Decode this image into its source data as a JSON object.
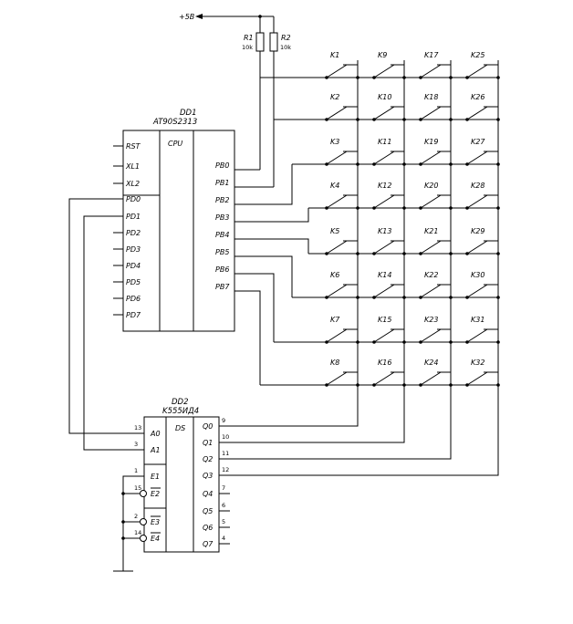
{
  "power": {
    "label": "+5B"
  },
  "resistors": [
    {
      "name": "R1",
      "value": "10k"
    },
    {
      "name": "R2",
      "value": "10k"
    }
  ],
  "dd1": {
    "designator": "DD1",
    "part": "AT90S2313",
    "cpu_label": "CPU",
    "left_pins": [
      "RST",
      "XL1",
      "XL2",
      "PD0",
      "PD1",
      "PD2",
      "PD3",
      "PD4",
      "PD5",
      "PD6",
      "PD7"
    ],
    "right_pins": [
      "PB0",
      "PB1",
      "PB2",
      "PB3",
      "PB4",
      "PB5",
      "PB6",
      "PB7"
    ]
  },
  "dd2": {
    "designator": "DD2",
    "part": "K555ИД4",
    "ds_label": "DS",
    "inputs": [
      {
        "label": "A0",
        "num": "13"
      },
      {
        "label": "A1",
        "num": "3"
      },
      {
        "label": "E1",
        "num": "1"
      },
      {
        "label": "E2",
        "num": "15"
      },
      {
        "label": "E3",
        "num": "2"
      },
      {
        "label": "E4",
        "num": "14"
      }
    ],
    "outputs": [
      {
        "label": "Q0",
        "num": "9"
      },
      {
        "label": "Q1",
        "num": "10"
      },
      {
        "label": "Q2",
        "num": "11"
      },
      {
        "label": "Q3",
        "num": "12"
      },
      {
        "label": "Q4",
        "num": "7"
      },
      {
        "label": "Q5",
        "num": "6"
      },
      {
        "label": "Q6",
        "num": "5"
      },
      {
        "label": "Q7",
        "num": "4"
      }
    ]
  },
  "keys": [
    [
      "K1",
      "K9",
      "K17",
      "K25"
    ],
    [
      "K2",
      "K10",
      "K18",
      "K26"
    ],
    [
      "K3",
      "K11",
      "K19",
      "K27"
    ],
    [
      "K4",
      "K12",
      "K20",
      "K28"
    ],
    [
      "K5",
      "K13",
      "K21",
      "K29"
    ],
    [
      "K6",
      "K14",
      "K22",
      "K30"
    ],
    [
      "K7",
      "K15",
      "K23",
      "K31"
    ],
    [
      "K8",
      "K16",
      "K24",
      "K32"
    ]
  ]
}
